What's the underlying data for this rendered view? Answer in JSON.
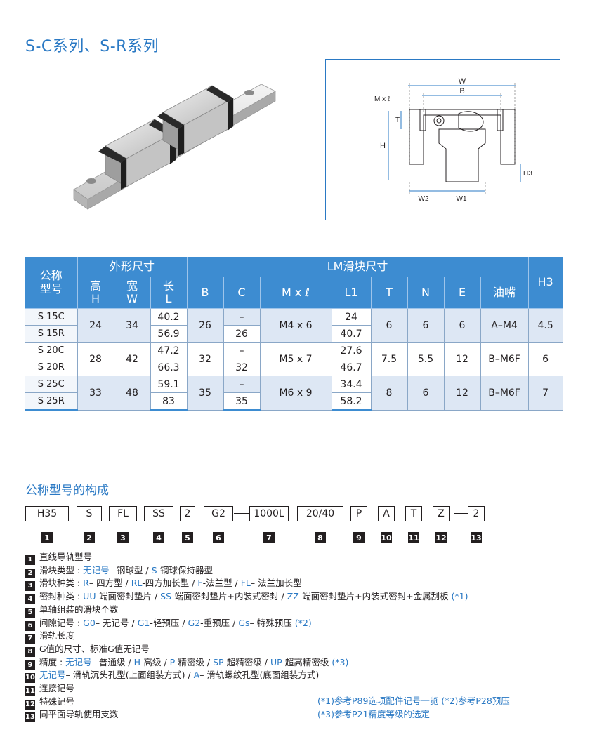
{
  "page_title": "S-C系列、S-R系列",
  "diagram_labels": {
    "W": "W",
    "B": "B",
    "Mxl": "M x ℓ",
    "T": "T",
    "H": "H",
    "H3": "H3",
    "W2": "W2",
    "W1": "W1"
  },
  "table": {
    "header_model": "公称\n型号",
    "header_outer": "外形尺寸",
    "header_lm": "LM滑块尺寸",
    "sub_H": "高\nH",
    "sub_W": "宽\nW",
    "sub_L": "长\nL",
    "sub_B": "B",
    "sub_C": "C",
    "sub_M": "M x ℓ",
    "sub_L1": "L1",
    "sub_T": "T",
    "sub_N": "N",
    "sub_E": "E",
    "sub_oil": "油嘴",
    "sub_H3": "H3",
    "groups": [
      {
        "rows": [
          {
            "model": "S 15C",
            "L": "40.2",
            "C": "–",
            "L1": "24"
          },
          {
            "model": "S 15R",
            "L": "56.9",
            "C": "26",
            "L1": "40.7"
          }
        ],
        "H": "24",
        "W": "34",
        "B": "26",
        "M": "M4 x 6",
        "T": "6",
        "N": "6",
        "E": "6",
        "oil": "A–M4",
        "H3": "4.5"
      },
      {
        "rows": [
          {
            "model": "S 20C",
            "L": "47.2",
            "C": "–",
            "L1": "27.6"
          },
          {
            "model": "S 20R",
            "L": "66.3",
            "C": "32",
            "L1": "46.7"
          }
        ],
        "H": "28",
        "W": "42",
        "B": "32",
        "M": "M5 x 7",
        "T": "7.5",
        "N": "5.5",
        "E": "12",
        "oil": "B–M6F",
        "H3": "6"
      },
      {
        "rows": [
          {
            "model": "S 25C",
            "L": "59.1",
            "C": "–",
            "L1": "34.4"
          },
          {
            "model": "S 25R",
            "L": "83",
            "C": "35",
            "L1": "58.2"
          }
        ],
        "H": "33",
        "W": "48",
        "B": "35",
        "M": "M6 x 9",
        "T": "8",
        "N": "6",
        "E": "12",
        "oil": "B–M6F",
        "H3": "7"
      }
    ]
  },
  "code_section_title": "公称型号的构成",
  "code_boxes": [
    "H35",
    "S",
    "FL",
    "SS",
    "2",
    "G2",
    "1000L",
    "20/40",
    "P",
    "A",
    "T",
    "Z",
    "2"
  ],
  "code_numbers": [
    "1",
    "2",
    "3",
    "4",
    "5",
    "6",
    "7",
    "8",
    "9",
    "10",
    "11",
    "12",
    "13"
  ],
  "legend": [
    {
      "n": "1",
      "parts": [
        [
          "直线导轨型号",
          ""
        ]
      ]
    },
    {
      "n": "2",
      "parts": [
        [
          "滑块类型 : ",
          ""
        ],
        [
          "无记号",
          ""
        ],
        [
          "– 钢球型 / ",
          ""
        ],
        [
          "S",
          ""
        ],
        [
          "-钢球保持器型",
          ""
        ]
      ]
    },
    {
      "n": "3",
      "parts": [
        [
          "滑块种类 : ",
          ""
        ],
        [
          "R",
          ""
        ],
        [
          "– 四方型 / ",
          ""
        ],
        [
          "RL",
          ""
        ],
        [
          "-四方加长型 / ",
          ""
        ],
        [
          "F",
          ""
        ],
        [
          "-法兰型 / ",
          ""
        ],
        [
          "FL",
          ""
        ],
        [
          "– 法兰加长型",
          ""
        ]
      ]
    },
    {
      "n": "4",
      "parts": [
        [
          "密封种类 : ",
          ""
        ],
        [
          "UU",
          ""
        ],
        [
          "-端面密封垫片 / ",
          ""
        ],
        [
          "SS",
          ""
        ],
        [
          "-端面密封垫片+内装式密封 / ",
          ""
        ],
        [
          "ZZ",
          ""
        ],
        [
          "-端面密封垫片+内装式密封+金属刮板 ",
          ""
        ],
        [
          "(*1)",
          ""
        ]
      ]
    },
    {
      "n": "5",
      "parts": [
        [
          "单轴组装的滑块个数",
          ""
        ]
      ]
    },
    {
      "n": "6",
      "parts": [
        [
          "间隙记号 : ",
          ""
        ],
        [
          "G0",
          ""
        ],
        [
          "– 无记号 / ",
          ""
        ],
        [
          "G1",
          ""
        ],
        [
          "-轻预压 / ",
          ""
        ],
        [
          "G2",
          ""
        ],
        [
          "-重预压 / ",
          ""
        ],
        [
          "Gs",
          ""
        ],
        [
          "– 特殊预压 ",
          ""
        ],
        [
          "(*2)",
          ""
        ]
      ]
    },
    {
      "n": "7",
      "parts": [
        [
          "滑轨长度",
          ""
        ]
      ]
    },
    {
      "n": "8",
      "parts": [
        [
          "G值的尺寸、标准G值无记号",
          ""
        ]
      ]
    },
    {
      "n": "9",
      "parts": [
        [
          "精度 : ",
          ""
        ],
        [
          "无记号",
          ""
        ],
        [
          "– 普通级 / ",
          ""
        ],
        [
          "H",
          ""
        ],
        [
          "-高级 / ",
          ""
        ],
        [
          "P",
          ""
        ],
        [
          "-精密级 / ",
          ""
        ],
        [
          "SP",
          ""
        ],
        [
          "-超精密级 / ",
          ""
        ],
        [
          "UP",
          ""
        ],
        [
          "-超高精密级 ",
          ""
        ],
        [
          "(*3)",
          ""
        ]
      ]
    },
    {
      "n": "10",
      "parts": [
        [
          "无记号",
          ""
        ],
        [
          "– 滑轨沉头孔型(上面组装方式) / ",
          ""
        ],
        [
          "A",
          ""
        ],
        [
          "– 滑轨螺纹孔型(底面组装方式)",
          ""
        ]
      ]
    },
    {
      "n": "11",
      "parts": [
        [
          "连接记号",
          ""
        ]
      ]
    },
    {
      "n": "12",
      "parts": [
        [
          "特殊记号",
          ""
        ]
      ]
    },
    {
      "n": "13",
      "parts": [
        [
          "同平面导轨使用支数",
          ""
        ]
      ]
    }
  ],
  "notes": [
    "(*1)参考P89选项配件记号一览  (*2)参考P28预压",
    "(*3)参考P21精度等级的选定"
  ]
}
